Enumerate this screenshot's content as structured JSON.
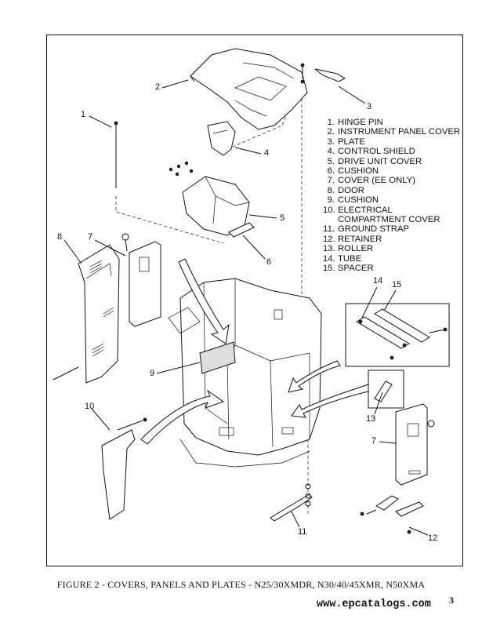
{
  "legend": [
    {
      "num": "1.",
      "text": "HINGE PIN"
    },
    {
      "num": "2.",
      "text": "INSTRUMENT PANEL COVER"
    },
    {
      "num": "3.",
      "text": "PLATE"
    },
    {
      "num": "4.",
      "text": "CONTROL SHIELD"
    },
    {
      "num": "5.",
      "text": "DRIVE UNIT COVER"
    },
    {
      "num": "6.",
      "text": "CUSHION"
    },
    {
      "num": "7.",
      "text": "COVER (EE ONLY)"
    },
    {
      "num": "8.",
      "text": "DOOR"
    },
    {
      "num": "9.",
      "text": "CUSHION"
    },
    {
      "num": "10.",
      "text": "ELECTRICAL"
    },
    {
      "num": "",
      "text": "COMPARTMENT COVER"
    },
    {
      "num": "11.",
      "text": "GROUND STRAP"
    },
    {
      "num": "12.",
      "text": "RETAINER"
    },
    {
      "num": "13.",
      "text": "ROLLER"
    },
    {
      "num": "14.",
      "text": "TUBE"
    },
    {
      "num": "15.",
      "text": "SPACER"
    }
  ],
  "callouts": {
    "c1": "1",
    "c2": "2",
    "c3": "3",
    "c4": "4",
    "c5": "5",
    "c6": "6",
    "c7a": "7",
    "c7b": "7",
    "c8": "8",
    "c9": "9",
    "c10": "10",
    "c11": "11",
    "c12": "12",
    "c13": "13",
    "c14": "14",
    "c15": "15"
  },
  "caption": "FIGURE 2 - COVERS, PANELS AND PLATES - N25/30XMDR, N30/40/45XMR, N50XMA",
  "site": "www.epcatalogs.com",
  "page_number": "3"
}
